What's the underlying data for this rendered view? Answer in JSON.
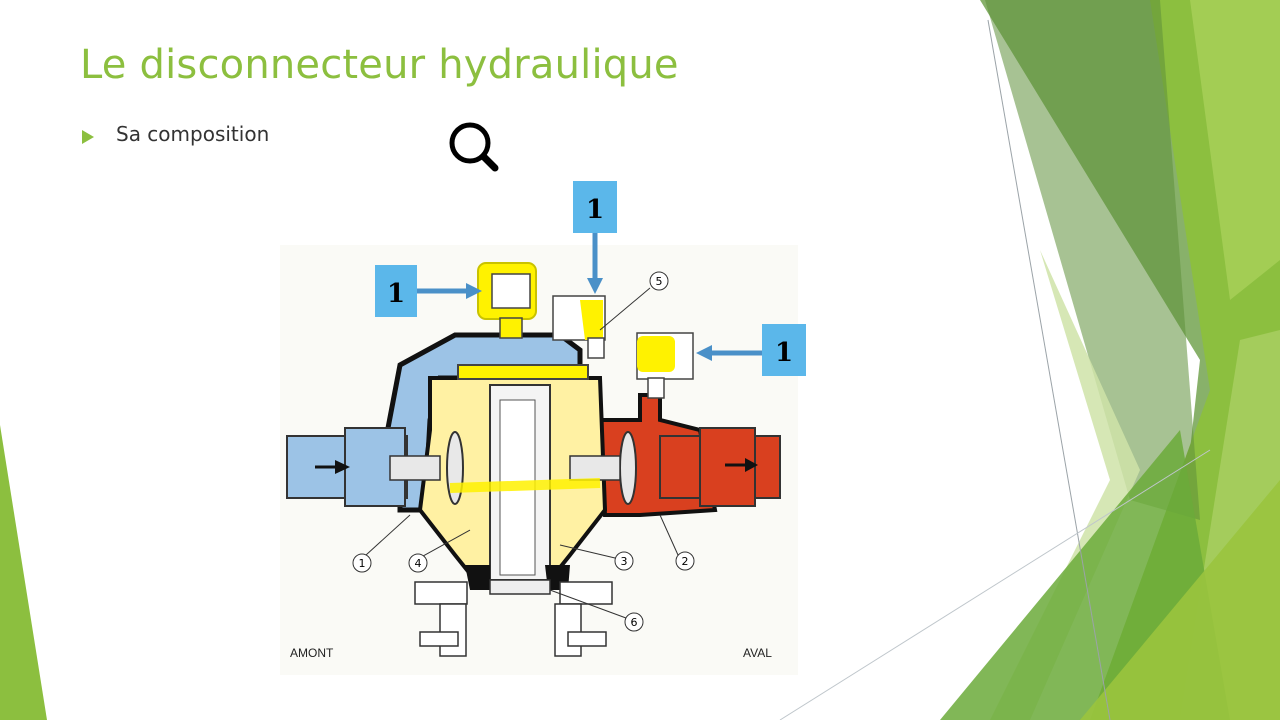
{
  "slide": {
    "title": "Le disconnecteur hydraulique",
    "bullet": "Sa composition"
  },
  "diagram": {
    "callout_number": "1",
    "part_numbers": [
      "1",
      "2",
      "3",
      "4",
      "5",
      "6"
    ],
    "label_left": "AMONT",
    "label_right": "AVAL"
  },
  "colors": {
    "accent_green": "#8CBF3F",
    "upstream_zone": "#9CC3E6",
    "downstream_zone": "#D9401F",
    "intermediate_zone": "#FFF1A3",
    "highlight": "#FFF200",
    "callout_box": "#5BB7EA"
  },
  "icons": {
    "bullet": "triangle-bullet-icon",
    "zoom": "magnifier-icon"
  }
}
